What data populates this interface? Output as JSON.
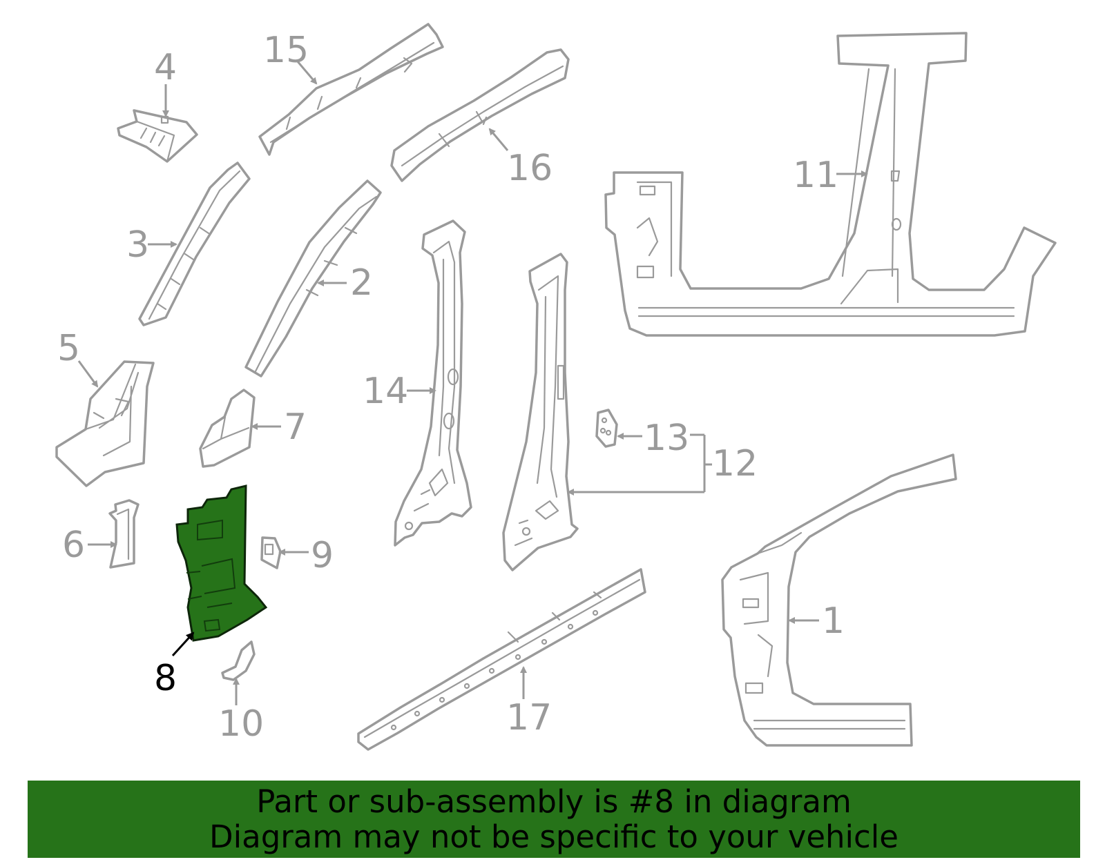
{
  "diagram": {
    "parts": [
      {
        "number": "1"
      },
      {
        "number": "2"
      },
      {
        "number": "3"
      },
      {
        "number": "4"
      },
      {
        "number": "5"
      },
      {
        "number": "6"
      },
      {
        "number": "7"
      },
      {
        "number": "8"
      },
      {
        "number": "9"
      },
      {
        "number": "10"
      },
      {
        "number": "11"
      },
      {
        "number": "12"
      },
      {
        "number": "13"
      },
      {
        "number": "14"
      },
      {
        "number": "15"
      },
      {
        "number": "16"
      },
      {
        "number": "17"
      }
    ],
    "highlighted_part": "8",
    "colors": {
      "highlight_fill": "#267319",
      "line_art": "#9a9a9a",
      "highlight_label": "#000000"
    }
  },
  "banner": {
    "line1": "Part or sub-assembly is #8 in diagram",
    "line2": "Diagram may not be specific to your vehicle",
    "background": "#267319"
  }
}
